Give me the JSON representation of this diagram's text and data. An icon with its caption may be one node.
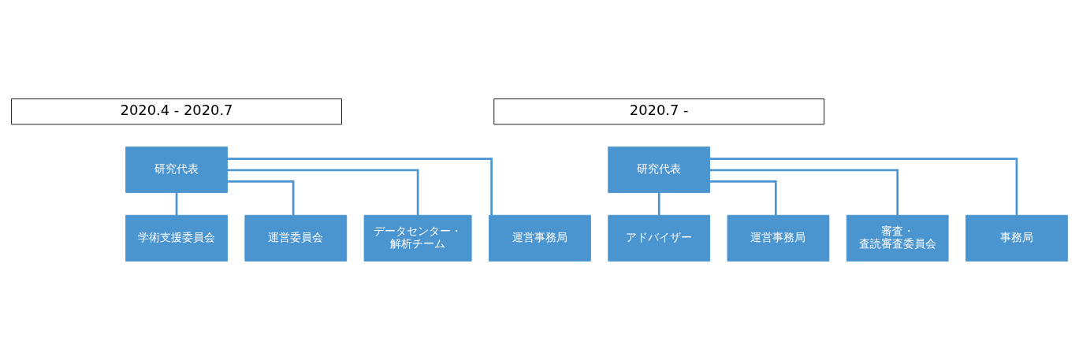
{
  "diagram": {
    "nodes": [
      {
        "text": [
          "2020.4 - 2020.7"
        ]
      },
      {
        "text": [
          "研究代表"
        ]
      },
      {
        "text": [
          "学術支援委員会"
        ]
      },
      {
        "text": [
          "運営委員会"
        ]
      },
      {
        "text": [
          "データセンター・解析チーム"
        ]
      },
      {
        "text": [
          "運営事務局"
        ]
      },
      {
        "text": [
          "2020.7 -"
        ]
      },
      {
        "text": [
          "研究代表"
        ]
      },
      {
        "text": [
          "アドバイザー"
        ]
      },
      {
        "text": [
          "運営事務局"
        ]
      },
      {
        "text": [
          "審査・査読審査委員会"
        ]
      },
      {
        "text": [
          "事務局"
        ]
      }
    ],
    "edges": [
      {
        "from": 1,
        "to": 2,
        "arrow": "none"
      },
      {
        "from": 1,
        "to": 3,
        "arrow": "none"
      },
      {
        "from": 1,
        "to": 4,
        "arrow": "none"
      },
      {
        "from": 1,
        "to": 5,
        "arrow": "none"
      },
      {
        "from": 7,
        "to": 8,
        "arrow": "none"
      },
      {
        "from": 7,
        "to": 9,
        "arrow": "none"
      },
      {
        "from": 7,
        "to": 10,
        "arrow": "none"
      },
      {
        "from": 7,
        "to": 11,
        "arrow": "none"
      }
    ]
  }
}
